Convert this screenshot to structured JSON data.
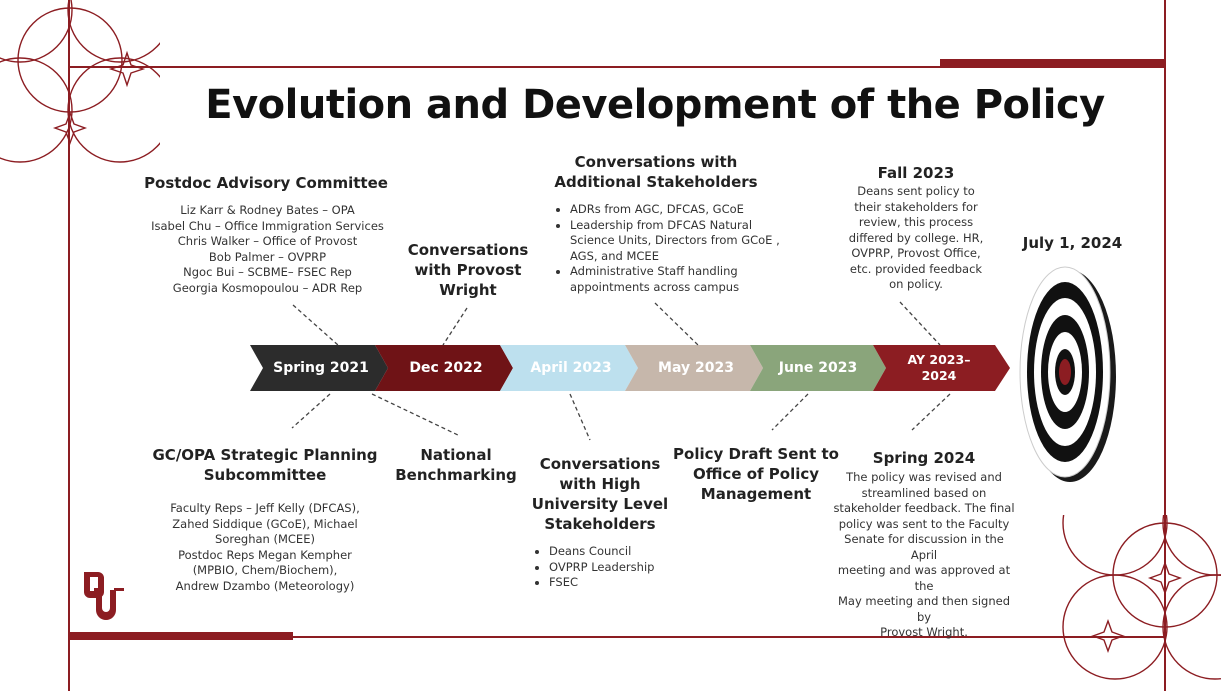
{
  "title": "Evolution and Development of the Policy",
  "colors": {
    "brand": "#8c1d22",
    "dark": "#2c2c2c",
    "light_blue": "#bde0ee",
    "taupe": "#c6b7ab",
    "sage": "#8aa57b"
  },
  "timeline": [
    {
      "label": "Spring 2021",
      "color": "#2c2c2c"
    },
    {
      "label": "Dec 2022",
      "color": "#6f1316"
    },
    {
      "label": "April 2023",
      "color": "#bde0ee"
    },
    {
      "label": "May 2023",
      "color": "#c6b7ab"
    },
    {
      "label": "June 2023",
      "color": "#8aa57b"
    },
    {
      "label_line1": "AY 2023–",
      "label_line2": "2024",
      "color": "#8c1d22"
    }
  ],
  "postdoc": {
    "heading": "Postdoc Advisory Committee",
    "lines": [
      "Liz Karr & Rodney Bates – OPA",
      "Isabel Chu – Office Immigration Services",
      "Chris Walker – Office of Provost",
      "Bob Palmer – OVPRP",
      "Ngoc Bui – SCBME– FSEC Rep",
      "Georgia Kosmopoulou – ADR Rep"
    ]
  },
  "provost": {
    "line1": "Conversations",
    "line2": "with Provost",
    "line3": "Wright"
  },
  "additional": {
    "line1": "Conversations with",
    "line2": "Additional Stakeholders",
    "bullets": [
      "ADRs from AGC, DFCAS, GCoE",
      "Leadership from DFCAS Natural Science Units, Directors from GCoE , AGS, and MCEE",
      "Administrative Staff handling appointments across campus"
    ]
  },
  "fall": {
    "heading": "Fall 2023",
    "lines": [
      "Deans sent policy to",
      "their stakeholders for",
      "review, this process",
      "differed by college.  HR,",
      "OVPRP, Provost Office,",
      "etc. provided feedback",
      "on policy."
    ]
  },
  "target_label": "July 1, 2024",
  "gc": {
    "line1": "GC/OPA Strategic Planning",
    "line2": "Subcommittee",
    "lines": [
      "Faculty Reps – Jeff Kelly (DFCAS),",
      "Zahed Siddique (GCoE), Michael",
      "Soreghan (MCEE)",
      "Postdoc Reps Megan Kempher",
      "(MPBIO, Chem/Biochem),",
      "Andrew Dzambo (Meteorology)"
    ]
  },
  "national": {
    "line1": "National",
    "line2": "Benchmarking"
  },
  "high": {
    "line1": "Conversations",
    "line2": "with High",
    "line3": "University Level",
    "line4": "Stakeholders",
    "bullets": [
      "Deans Council",
      "OVPRP Leadership",
      "FSEC"
    ]
  },
  "draft": {
    "line1": "Policy Draft Sent to",
    "line2": "Office of Policy",
    "line3": "Management"
  },
  "spring24": {
    "heading": "Spring 2024",
    "lines": [
      "The policy was revised and",
      "streamlined based on",
      "stakeholder feedback. The final",
      "policy was sent to the Faculty",
      "Senate for discussion in the April",
      "meeting and was approved at the",
      "May meeting and then signed by",
      "Provost Wright."
    ]
  }
}
